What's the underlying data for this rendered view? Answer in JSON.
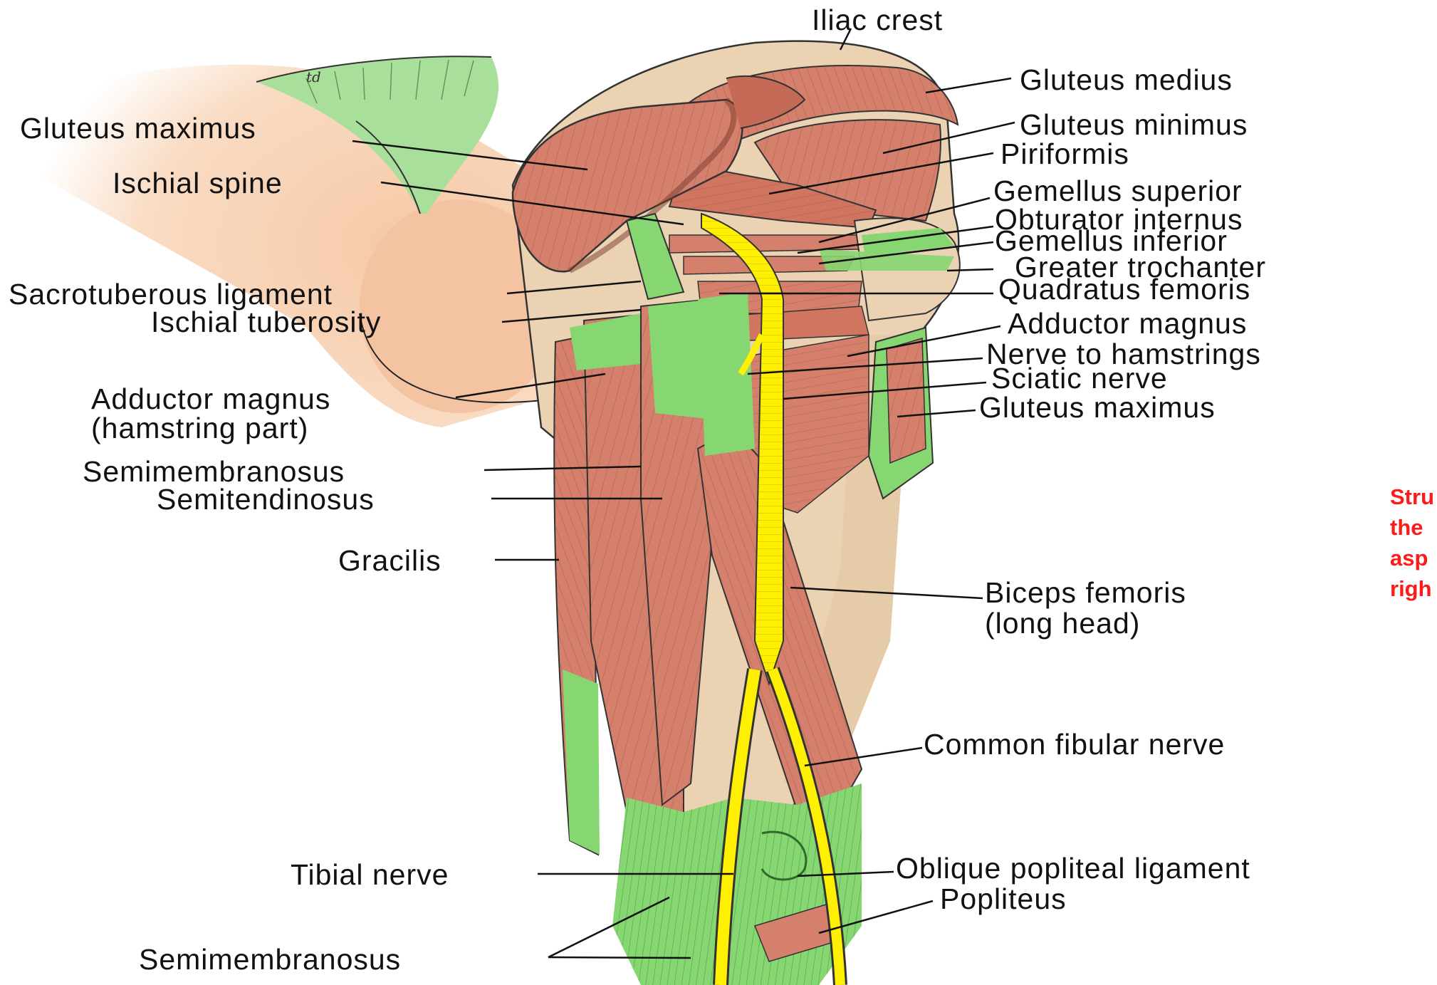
{
  "labels": {
    "iliac_crest": "Iliac crest",
    "gluteus_medius": "Gluteus medius",
    "gluteus_minimus": "Gluteus minimus",
    "piriformis": "Piriformis",
    "gemellus_superior": "Gemellus superior",
    "obturator_internus": "Obturator internus",
    "gemellus_inferior": "Gemellus inferior",
    "greater_trochanter": "Greater trochanter",
    "quadratus_femoris": "Quadratus femoris",
    "adductor_magnus_right": "Adductor magnus",
    "nerve_to_hamstrings": "Nerve to hamstrings",
    "sciatic_nerve": "Sciatic nerve",
    "gluteus_maximus_right": "Gluteus maximus",
    "biceps_femoris_1": "Biceps femoris",
    "biceps_femoris_2": "(long head)",
    "common_fibular_nerve": "Common fibular nerve",
    "oblique_popliteal_ligament": "Oblique popliteal ligament",
    "popliteus": "Popliteus",
    "gluteus_maximus_left": "Gluteus maximus",
    "ischial_spine": "Ischial spine",
    "sacrotuberous_ligament": "Sacrotuberous ligament",
    "ischial_tuberosity": "Ischial tuberosity",
    "adductor_magnus_left_1": "Adductor magnus",
    "adductor_magnus_left_2": "(hamstring part)",
    "semimembranosus_upper": "Semimembranosus",
    "semitendinosus": "Semitendinosus",
    "gracilis": "Gracilis",
    "tibial_nerve": "Tibial nerve",
    "semimembranosus_lower": "Semimembranosus",
    "signature": "td"
  },
  "caption_lines": [
    "Stru",
    "the",
    "asp",
    "righ"
  ],
  "colors": {
    "muscle": "#d4806c",
    "muscle_dark": "#b9604e",
    "tendon": "#86d672",
    "bone": "#ead2b3",
    "skin": "#f7cfb1",
    "nerve": "#ffef00",
    "caption": "#ff1a1a"
  }
}
